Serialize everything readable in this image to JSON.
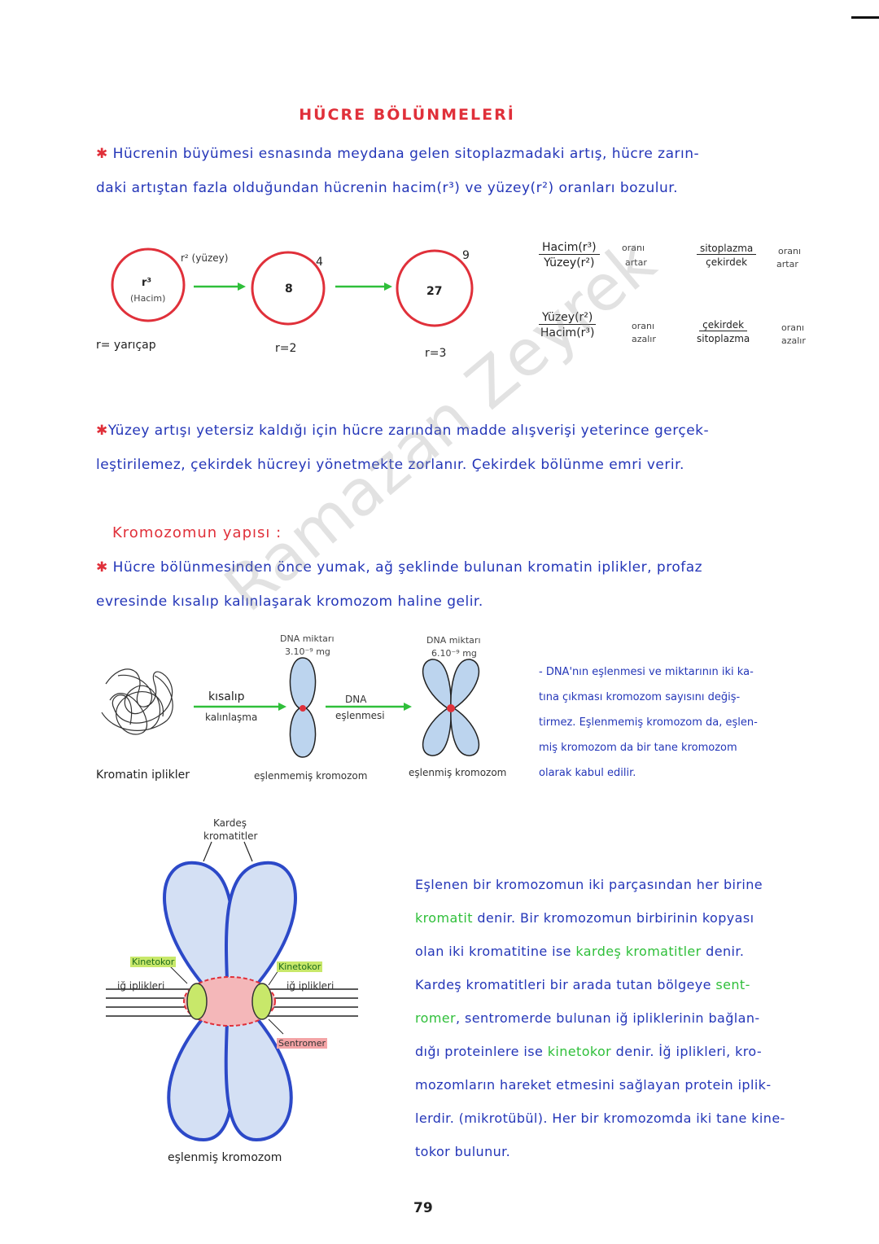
{
  "title": "HÜCRE BÖLÜNMELERİ",
  "intro": {
    "line1": "Hücrenin büyümesi esnasında meydana gelen sitoplazmadaki artış, hücre zarın-",
    "line2": "daki artıştan fazla olduğundan hücrenin hacim(r³) ve yüzey(r²) oranları bozulur."
  },
  "circles": {
    "c1_top": "r² (yüzey)",
    "c1_inner_top": "r³",
    "c1_inner_bottom": "(Hacim)",
    "c1_caption": "r= yarıçap",
    "c2_top": "4",
    "c2_inner": "8",
    "c2_caption": "r=2",
    "c3_top": "9",
    "c3_inner": "27",
    "c3_caption": "r=3"
  },
  "ratios": {
    "r1_num": "Hacim(r³)",
    "r1_den": "Yüzey(r²)",
    "r1_note_a": "oranı",
    "r1_note_b": "artar",
    "r2_num": "sitoplazma",
    "r2_den": "çekirdek",
    "r2_note_a": "oranı",
    "r2_note_b": "artar",
    "r3_num": "Yüzey(r²)",
    "r3_den": "Hacim(r³)",
    "r3_note_a": "oranı",
    "r3_note_b": "azalır",
    "r4_num": "çekirdek",
    "r4_den": "sitoplazma",
    "r4_note_a": "oranı",
    "r4_note_b": "azalır"
  },
  "para2": {
    "line1": "Yüzey artışı yetersiz kaldığı için hücre zarından madde alışverişi yeterince gerçek-",
    "line2": "leştirilemez, çekirdek hücreyi yönetmekte zorlanır. Çekirdek bölünme emri verir."
  },
  "kromozom_heading": "Kromozomun yapısı :",
  "para3": {
    "line1": "Hücre bölünmesinden önce yumak, ağ şeklinde bulunan kromatin iplikler, profaz",
    "line2": "evresinde kısalıp kalınlaşarak kromozom haline gelir."
  },
  "chromo_diagram": {
    "chromatin_caption": "Kromatin iplikler",
    "arrow1_top": "kısalıp",
    "arrow1_bottom": "kalınlaşma",
    "dna1_label": "DNA miktarı",
    "dna1_value": "3.10⁻⁹ mg",
    "unrep_caption": "eşlenmemiş kromozom",
    "arrow2_top": "DNA",
    "arrow2_bottom": "eşlenmesi",
    "dna2_label": "DNA miktarı",
    "dna2_value": "6.10⁻⁹ mg",
    "rep_caption": "eşlenmiş kromozom"
  },
  "side_note": {
    "l1": "- DNA'nın eşlenmesi ve miktarının iki ka-",
    "l2": "tına çıkması kromozom sayısını değiş-",
    "l3": "tirmez. Eşlenmemiş kromozom da, eşlen-",
    "l4": "miş kromozom da bir tane kromozom",
    "l5": "olarak kabul edilir."
  },
  "big_diagram": {
    "sister": "Kardeş",
    "sister2": "kromatitler",
    "kinetokor_left": "Kinetokor",
    "kinetokor_right": "Kinetokor",
    "spindle_left": "iğ iplikleri",
    "spindle_right": "iğ iplikleri",
    "sentromer": "Sentromer",
    "caption": "eşlenmiş kromozom"
  },
  "right_text": {
    "l1": "Eşlenen bir kromozomun iki parçasından her birine",
    "l2a": "kromatit",
    "l2b": " denir. Bir kromozomun birbirinin kopyası",
    "l3a": "olan iki kromatitine ise ",
    "l3b": "kardeş kromatitler",
    "l3c": " denir.",
    "l4a": "Kardeş kromatitleri bir arada tutan bölgeye ",
    "l4b": "sent-",
    "l5a": "romer",
    "l5b": ", sentromerde bulunan iğ ipliklerinin bağlan-",
    "l6a": "dığı proteinlere ise ",
    "l6b": "kinetokor",
    "l6c": " denir. İğ iplikleri, kro-",
    "l7": "mozomların hareket etmesini sağlayan protein iplik-",
    "l8": "lerdir. (mikrotübül). Her bir kromozomda iki tane kine-",
    "l9": "tokor bulunur."
  },
  "watermark": "Ramazan Zeyrek",
  "page_number": "79"
}
